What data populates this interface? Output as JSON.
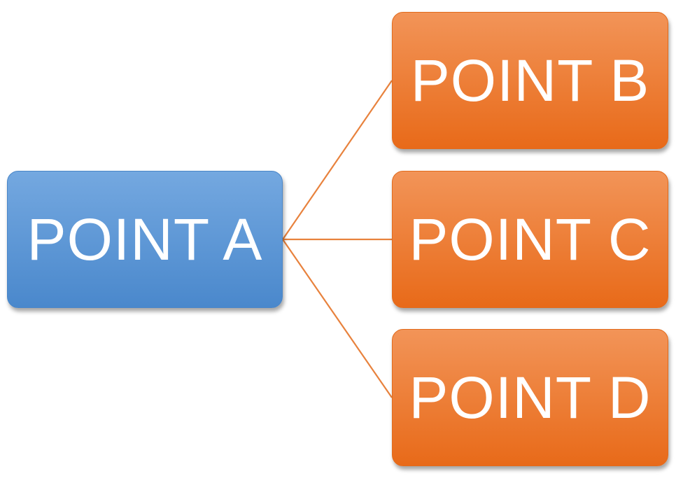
{
  "colors": {
    "root_top": "#74a8e0",
    "root_bottom": "#4a88cc",
    "child_top": "#f29458",
    "child_bottom": "#e86a19",
    "connector": "#e8823d"
  },
  "nodes": {
    "root": {
      "label": "POINT A"
    },
    "children": [
      {
        "label": "POINT B"
      },
      {
        "label": "POINT C"
      },
      {
        "label": "POINT D"
      }
    ]
  }
}
